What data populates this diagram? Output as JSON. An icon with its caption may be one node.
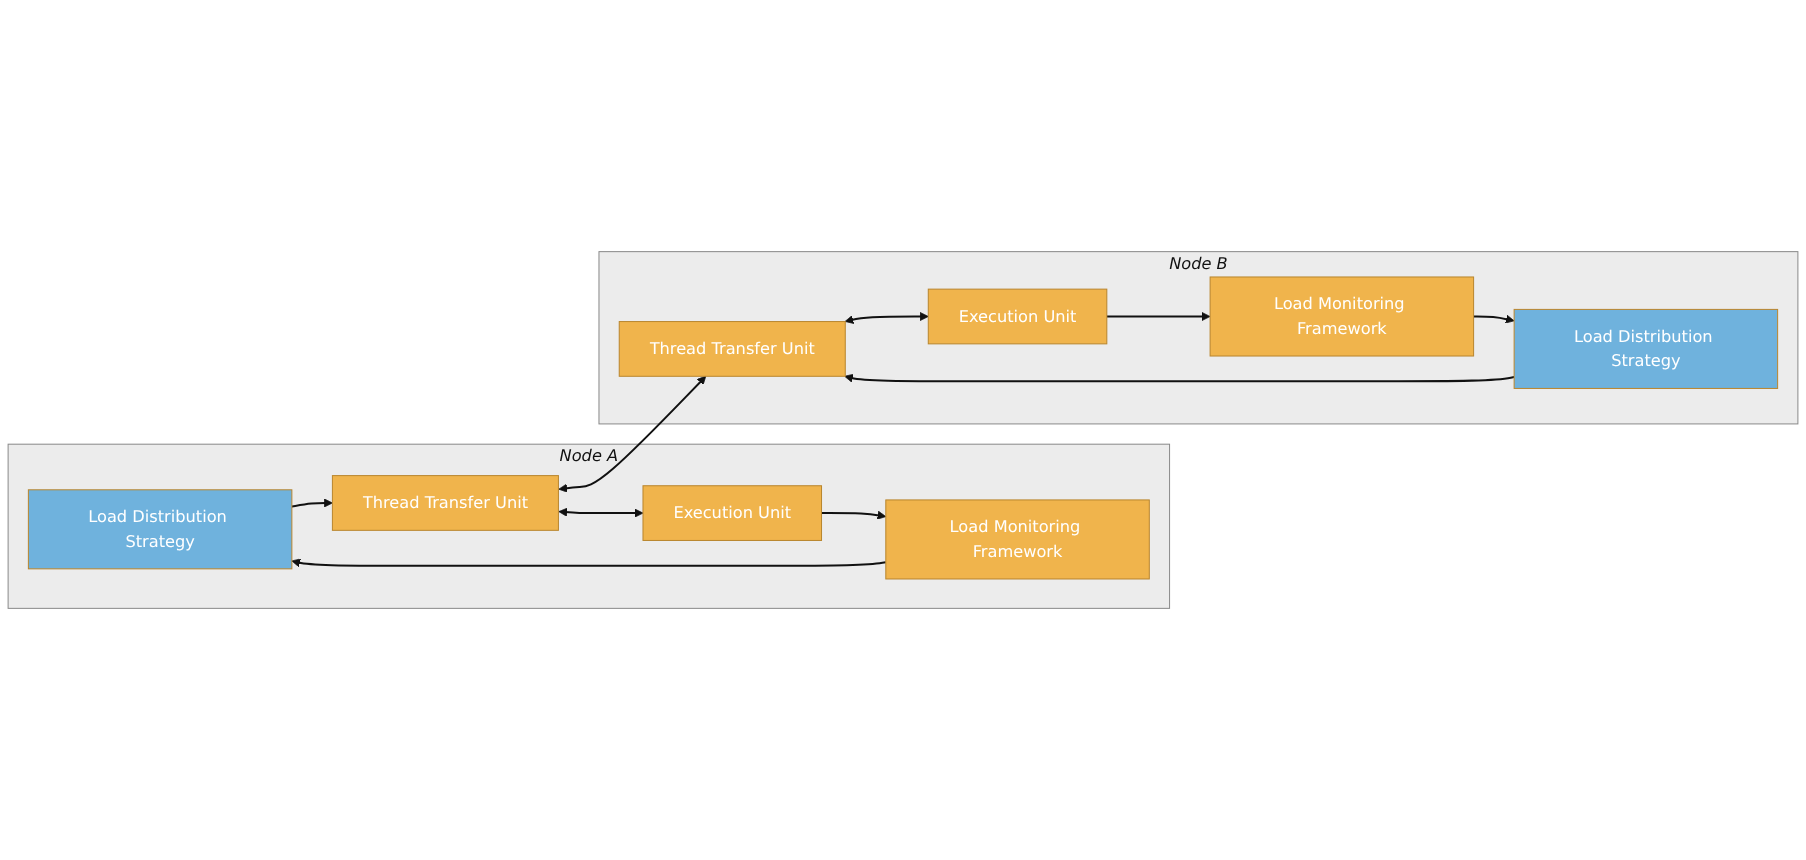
{
  "diagram": {
    "nodes": [
      {
        "text": [
          "Node A"
        ]
      },
      {
        "text": [
          "Load Distribution Strategy"
        ],
        "in": 0
      },
      {
        "text": [
          "Thread Transfer Unit"
        ],
        "in": 0
      },
      {
        "text": [
          "Load Monitoring Framework"
        ],
        "in": 0
      },
      {
        "text": [
          "Execution Unit"
        ],
        "in": 0
      },
      {
        "text": [
          "Node B"
        ]
      },
      {
        "text": [
          "Thread Transfer Unit"
        ],
        "in": 5
      },
      {
        "text": [
          "Load Distribution Strategy"
        ],
        "in": 5
      },
      {
        "text": [
          "Load Monitoring Framework"
        ],
        "in": 5
      },
      {
        "text": [
          "Execution Unit"
        ],
        "in": 5
      }
    ],
    "edges": [
      {
        "from": 1,
        "to": 2,
        "arrow": "to"
      },
      {
        "from": 3,
        "to": 1,
        "arrow": "to"
      },
      {
        "from": 4,
        "to": 3,
        "arrow": "to"
      },
      {
        "from": 2,
        "to": 4,
        "arrow": "both"
      },
      {
        "from": 2,
        "to": 6,
        "arrow": "both"
      },
      {
        "from": 7,
        "to": 6,
        "arrow": "to"
      },
      {
        "from": 8,
        "to": 7,
        "arrow": "to"
      },
      {
        "from": 9,
        "to": 8,
        "arrow": "to"
      },
      {
        "from": 6,
        "to": 9,
        "arrow": "both"
      }
    ]
  }
}
